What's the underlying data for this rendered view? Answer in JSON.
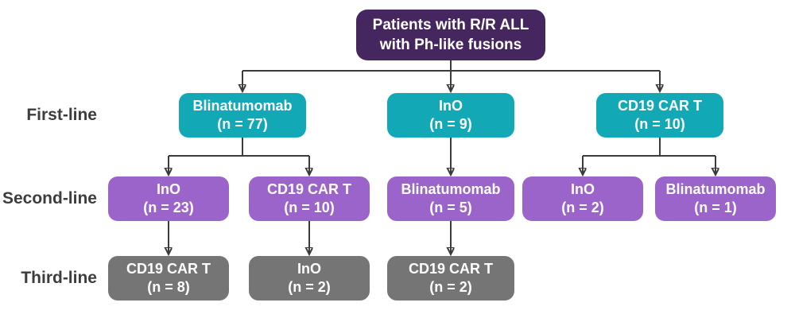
{
  "colors": {
    "background": "#ffffff",
    "root_box": "#46265f",
    "first_line_box": "#13a8b5",
    "second_line_box": "#9a64cb",
    "third_line_box": "#757575",
    "connector": "#3b3b3b",
    "row_label_text": "#3d3d3d",
    "box_text": "#ffffff"
  },
  "root_box": {
    "line1": "Patients with R/R ALL",
    "line2": "with Ph-like fusions"
  },
  "rows": [
    {
      "label": "First-line",
      "boxes": [
        {
          "treatment": "Blinatumomab",
          "count": "(n = 77)"
        },
        {
          "treatment": "InO",
          "count": "(n = 9)"
        },
        {
          "treatment": "CD19 CAR T",
          "count": "(n = 10)"
        }
      ]
    },
    {
      "label": "Second-line",
      "boxes": [
        {
          "treatment": "InO",
          "count": "(n = 23)"
        },
        {
          "treatment": "CD19 CAR T",
          "count": "(n = 10)"
        },
        {
          "treatment": "Blinatumomab",
          "count": "(n = 5)"
        },
        {
          "treatment": "InO",
          "count": "(n = 2)"
        },
        {
          "treatment": "Blinatumomab",
          "count": "(n = 1)"
        }
      ]
    },
    {
      "label": "Third-line",
      "boxes": [
        {
          "treatment": "CD19 CAR T",
          "count": "(n = 8)"
        },
        {
          "treatment": "InO",
          "count": "(n = 2)"
        },
        {
          "treatment": "CD19 CAR T",
          "count": "(n = 2)"
        }
      ]
    }
  ]
}
